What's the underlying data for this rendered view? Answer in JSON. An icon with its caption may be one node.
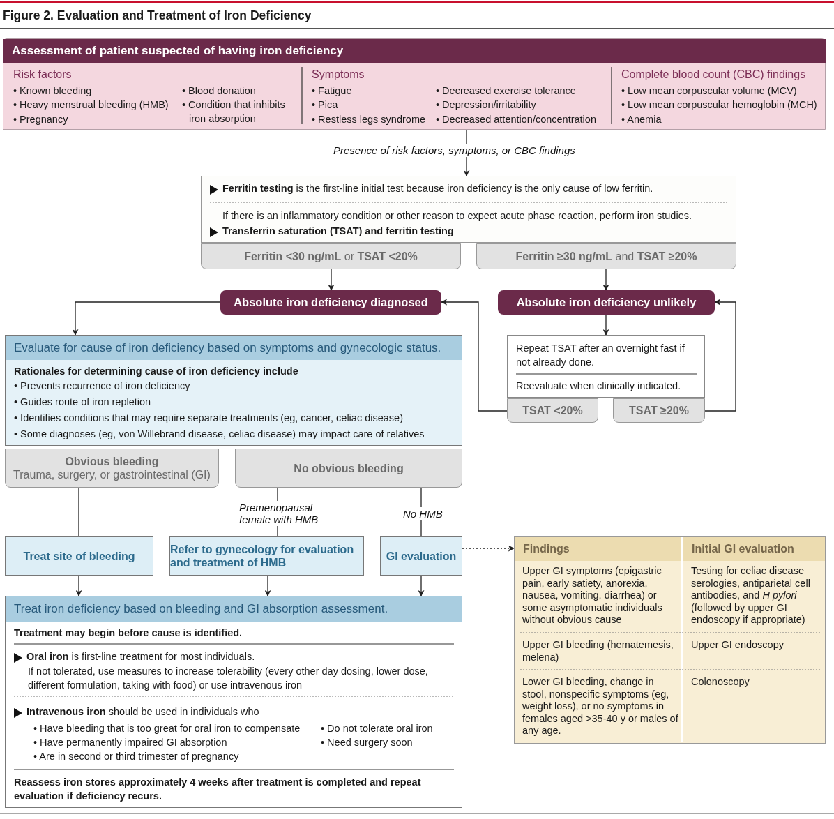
{
  "diagram": {
    "title": "Figure 2. Evaluation and Treatment of Iron Deficiency",
    "nodes": [
      {
        "text": [
          "Assessment of patient suspected of having iron deficiency",
          "Risk factors",
          "• Known bleeding",
          "• Heavy menstrual bleeding (HMB)",
          "• Pregnancy",
          "• Blood donation",
          "• Condition that inhibits iron absorption",
          "Symptoms",
          "• Fatigue",
          "• Pica",
          "• Restless legs syndrome",
          "• Decreased exercise tolerance",
          "• Depression/irritability",
          "• Decreased attention/concentration",
          "Complete blood count (CBC) findings",
          "• Low mean corpuscular volume (MCV)",
          "• Low mean corpuscular hemoglobin (MCH)",
          "• Anemia"
        ]
      },
      {
        "text": [
          "**Ferritin testing** is the first-line initial test because iron deficiency is the only cause of low ferritin.",
          "If there is an inflammatory condition or other reason to expect acute phase reaction, perform iron studies.",
          "Transferrin saturation (TSAT) and ferritin testing"
        ]
      },
      {
        "text": [
          "**Ferritin <30 ng/mL** or **TSAT <20%**"
        ]
      },
      {
        "text": [
          "**Ferritin ≥30 ng/mL** and **TSAT ≥20%**"
        ]
      },
      {
        "text": [
          "Absolute iron deficiency diagnosed"
        ]
      },
      {
        "text": [
          "Absolute iron deficiency unlikely"
        ]
      },
      {
        "text": [
          "Repeat TSAT after an overnight fast if not already done.",
          "Reevaluate when clinically indicated."
        ]
      },
      {
        "text": [
          "TSAT <20%"
        ]
      },
      {
        "text": [
          "TSAT ≥20%"
        ]
      },
      {
        "text": [
          "Evaluate for cause of iron deficiency based on symptoms and gynecologic status.",
          "Rationales for determining cause of iron deficiency include",
          "• Prevents recurrence of iron deficiency",
          "• Guides route of iron repletion",
          "• Identifies conditions that may require separate treatments (eg, cancer, celiac disease)",
          "• Some diagnoses (eg, von Willebrand disease, celiac disease) may impact care of relatives"
        ]
      },
      {
        "text": [
          "Obvious bleeding",
          "Trauma, surgery, or gastrointestinal (GI)"
        ]
      },
      {
        "text": [
          "No obvious bleeding"
        ]
      },
      {
        "text": [
          "Treat site of bleeding"
        ]
      },
      {
        "text": [
          "Refer to gynecology for evaluation and treatment of HMB"
        ]
      },
      {
        "text": [
          "GI evaluation"
        ]
      },
      {
        "text": [
          "Findings",
          "Initial GI evaluation",
          "Upper GI symptoms (epigastric pain, early satiety, anorexia, nausea, vomiting, diarrhea) or some asymptomatic individuals without obvious cause",
          "Testing for celiac disease serologies, antiparietal cell antibodies, and *H pylori* (followed by upper GI endoscopy if appropriate)",
          "Upper GI bleeding (hematemesis, melena)",
          "Upper GI endoscopy",
          "Lower GI bleeding, change in stool, nonspecific symptoms (eg, weight loss), or no symptoms in females aged >35-40 y or males of any age.",
          "Colonoscopy"
        ]
      },
      {
        "text": [
          "Treat iron deficiency based on bleeding and GI absorption assessment.",
          "Treatment may begin before cause is identified.",
          "**Oral iron** is first-line treatment for most individuals.",
          "If not tolerated, use measures to increase tolerability (every other day dosing, lower dose, different formulation, taking with food) or use intravenous iron",
          "**Intravenous iron** should be used in individuals who",
          "• Have bleeding that is too great for oral iron to compensate",
          "• Have permanently impaired GI absorption",
          "• Are in second or third trimester of pregnancy",
          "• Do not tolerate oral iron",
          "• Need surgery soon",
          "Reassess iron stores approximately 4 weeks after treatment is completed and repeat evaluation if deficiency recurs."
        ]
      }
    ],
    "edges": [
      {
        "from": 0,
        "to": 1,
        "arrow": "to",
        "label": "Presence of risk factors, symptoms, or CBC findings"
      },
      {
        "from": 2,
        "to": 4,
        "arrow": "to"
      },
      {
        "from": 3,
        "to": 5,
        "arrow": "to"
      },
      {
        "from": 4,
        "to": 9,
        "arrow": "to"
      },
      {
        "from": 5,
        "to": 6,
        "arrow": "to"
      },
      {
        "from": 7,
        "to": 4,
        "arrow": "to"
      },
      {
        "from": 8,
        "to": 5,
        "arrow": "to"
      },
      {
        "from": 10,
        "to": 12,
        "arrow": "none"
      },
      {
        "from": 11,
        "to": 13,
        "arrow": "none",
        "label": "Premenopausal female with HMB"
      },
      {
        "from": 11,
        "to": 14,
        "arrow": "none",
        "label": "No HMB"
      },
      {
        "from": 14,
        "to": 15,
        "arrow": "to",
        "style": "dashed"
      },
      {
        "from": 12,
        "to": 16,
        "arrow": "to"
      },
      {
        "from": 13,
        "to": 16,
        "arrow": "to"
      },
      {
        "from": 14,
        "to": 16,
        "arrow": "to"
      }
    ]
  }
}
